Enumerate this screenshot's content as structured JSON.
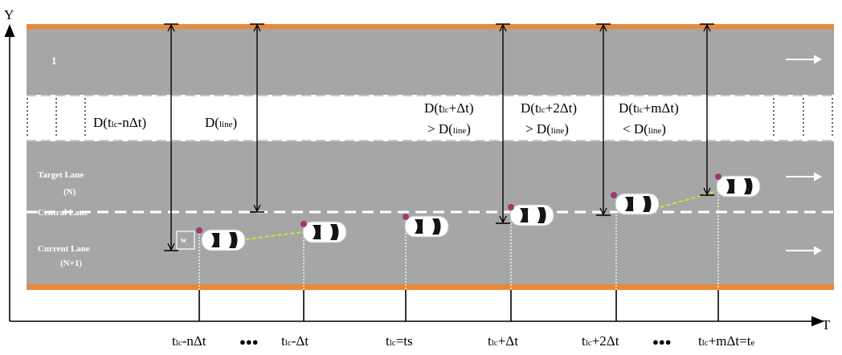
{
  "axes": {
    "y_label": "Y",
    "x_label": "T"
  },
  "lanes": {
    "upper_lane_number": "1",
    "target_lane_line1": "Target Lane",
    "target_lane_line2": "(N)",
    "central_lane": "Central Lane",
    "current_lane_line1": "Current Lane",
    "current_lane_line2": "(N+1)",
    "width_marker": "w"
  },
  "distance_labels": [
    {
      "main": "D(t",
      "sub": "lc",
      "rest": "-nΔt)"
    },
    {
      "main": "D(",
      "sub": "line",
      "rest": ")"
    },
    {
      "main": "D(t",
      "sub": "lc",
      "rest": "+Δt)",
      "cmp": "> D(",
      "cmp_sub": "line",
      "cmp_rest": ")"
    },
    {
      "main": "D(t",
      "sub": "lc",
      "rest": "+2Δt)",
      "cmp": "> D(",
      "cmp_sub": "line",
      "cmp_rest": ")"
    },
    {
      "main": "D(t",
      "sub": "lc",
      "rest": "+mΔt)",
      "cmp": "< D(",
      "cmp_sub": "line",
      "cmp_rest": ")"
    }
  ],
  "time_labels": [
    {
      "pre": "t",
      "sub": "lc",
      "post": "-nΔt"
    },
    {
      "pre": "t",
      "sub": "lc",
      "post": "-Δt"
    },
    {
      "pre": "t",
      "sub": "lc",
      "post": "=ts"
    },
    {
      "pre": "t",
      "sub": "lc",
      "post": "+Δt"
    },
    {
      "pre": "t",
      "sub": "lc",
      "post": "+2Δt"
    },
    {
      "pre": "t",
      "sub": "lc",
      "post": "+mΔt=t",
      "post_sub": "e"
    }
  ],
  "ellipsis": "●●●",
  "colors": {
    "road": "#a6a6a6",
    "road_edge": "#e8893a",
    "lane_marking": "#ffffff",
    "trajectory": "#c8e63c",
    "sensor_dot": "#9b3a6e",
    "car_body": "#ffffff",
    "car_glass": "#151515"
  }
}
